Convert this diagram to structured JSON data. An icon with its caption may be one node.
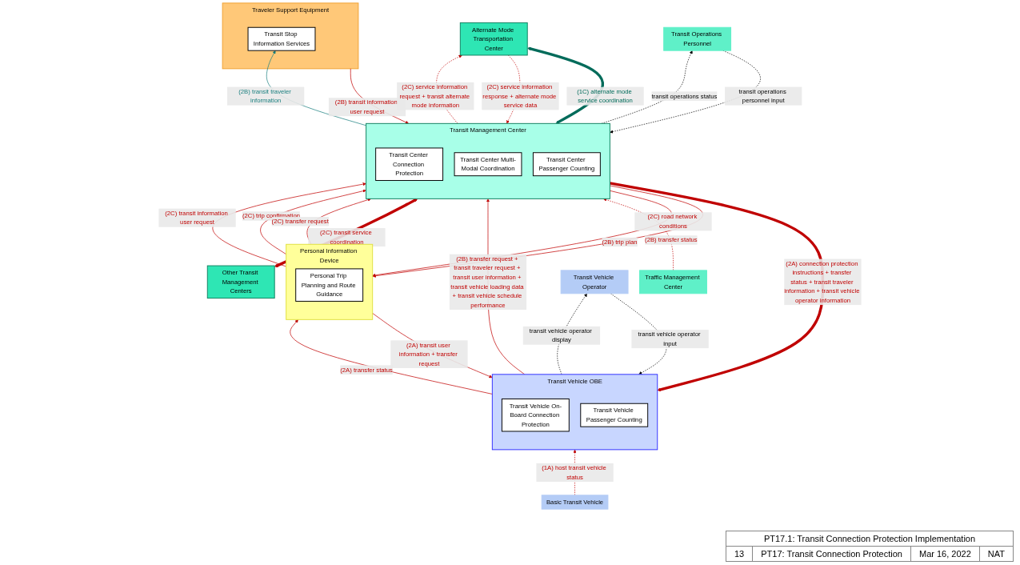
{
  "diagram": {
    "nodes": [
      {
        "text": [
          "Traveler Support Equipment"
        ]
      },
      {
        "text": [
          "Transit Stop Information Services"
        ],
        "in": 0
      },
      {
        "text": [
          "Alternate Mode Transportation Center"
        ]
      },
      {
        "text": [
          "Transit Management Center"
        ]
      },
      {
        "text": [
          "Transit Center Connection Protection"
        ],
        "in": 3
      },
      {
        "text": [
          "Transit Center Multi-Modal Coordination"
        ],
        "in": 3
      },
      {
        "text": [
          "Transit Center Passenger Counting"
        ],
        "in": 3
      },
      {
        "text": [
          "Personal Information Device"
        ]
      },
      {
        "text": [
          "Personal Trip Planning and Route Guidance"
        ],
        "in": 7
      },
      {
        "text": [
          "Other Transit Management Centers"
        ]
      },
      {
        "text": [
          "Transit Vehicle OBE"
        ]
      },
      {
        "text": [
          "Transit Vehicle On-Board Connection Protection"
        ],
        "in": 10
      },
      {
        "text": [
          "Transit Vehicle Passenger Counting"
        ],
        "in": 10
      },
      {
        "text": [
          "Traffic Management Center"
        ]
      },
      {
        "text": [
          "Basic Transit Vehicle"
        ]
      },
      {
        "text": [
          "Transit Operations Personnel"
        ]
      },
      {
        "text": [
          "Transit Vehicle Operator"
        ]
      }
    ],
    "edges": [
      {
        "from": 0,
        "to": 3,
        "arrow": "to",
        "label": "(2B) transit information user request",
        "color": "#c00000"
      },
      {
        "from": 3,
        "to": 1,
        "arrow": "to",
        "label": "(2B) transit traveler information",
        "color": "#1a7f7f"
      },
      {
        "from": 3,
        "to": 2,
        "arrow": "to",
        "label": "(2C) service information request + transit alternate mode information",
        "style": "dashed",
        "color": "#c00000"
      },
      {
        "from": 2,
        "to": 3,
        "arrow": "to",
        "label": "(2C) service information response + alternate mode service data",
        "style": "dashed",
        "color": "#c00000"
      },
      {
        "from": 2,
        "to": 3,
        "arrow": "both",
        "label": "(1C) alternate mode service coordination",
        "style": "thick",
        "color": "#006b5a"
      },
      {
        "from": 7,
        "to": 3,
        "arrow": "to",
        "label": "(2C) transit information user request",
        "color": "#c00000"
      },
      {
        "from": 3,
        "to": 7,
        "arrow": "to",
        "label": "(2B) trip plan",
        "color": "#c00000"
      },
      {
        "from": 7,
        "to": 3,
        "arrow": "to",
        "label": "(2C) trip confirmation",
        "color": "#c00000"
      },
      {
        "from": 7,
        "to": 3,
        "arrow": "to",
        "label": "(2C) transfer request",
        "color": "#c00000"
      },
      {
        "from": 3,
        "to": 7,
        "arrow": "to",
        "label": "(2B) transfer status",
        "color": "#c00000"
      },
      {
        "from": 7,
        "to": 10,
        "arrow": "to",
        "label": "(2A) transit user information + transfer request",
        "color": "#c00000"
      },
      {
        "from": 10,
        "to": 7,
        "arrow": "to",
        "label": "(2A) transfer status",
        "color": "#c00000"
      },
      {
        "from": 9,
        "to": 3,
        "arrow": "both",
        "label": "(2C) transit service coordination",
        "style": "thick",
        "color": "#c00000"
      },
      {
        "from": 10,
        "to": 3,
        "arrow": "to",
        "label": "(2B) transfer request + transit traveler request + transit user information + transit vehicle loading data + transit vehicle schedule performance",
        "color": "#c00000"
      },
      {
        "from": 3,
        "to": 10,
        "arrow": "to",
        "label": "(2A) connection protection instructions + transfer status + transit traveler information + transit vehicle operator information",
        "style": "thick",
        "color": "#c00000"
      },
      {
        "from": 13,
        "to": 3,
        "arrow": "to",
        "label": "(2C) road network conditions",
        "style": "dashed",
        "color": "#c00000"
      },
      {
        "from": 14,
        "to": 10,
        "arrow": "to",
        "label": "(1A) host transit vehicle status",
        "style": "dashed",
        "color": "#c00000"
      },
      {
        "from": 15,
        "to": 3,
        "arrow": "to",
        "label": "transit operations personnel input",
        "style": "dashed",
        "color": "#000000"
      },
      {
        "from": 3,
        "to": 15,
        "arrow": "to",
        "label": "transit operations status",
        "style": "dashed",
        "color": "#000000"
      },
      {
        "from": 16,
        "to": 10,
        "arrow": "to",
        "label": "transit vehicle operator input",
        "style": "dashed",
        "color": "#000000"
      },
      {
        "from": 10,
        "to": 16,
        "arrow": "to",
        "label": "transit vehicle operator display",
        "style": "dashed",
        "color": "#000000"
      }
    ],
    "labels": [
      "PT17.1: Transit Connection Protection Implementation",
      "13",
      "PT17: Transit Connection Protection",
      "Mar 16, 2022",
      "NAT"
    ]
  }
}
